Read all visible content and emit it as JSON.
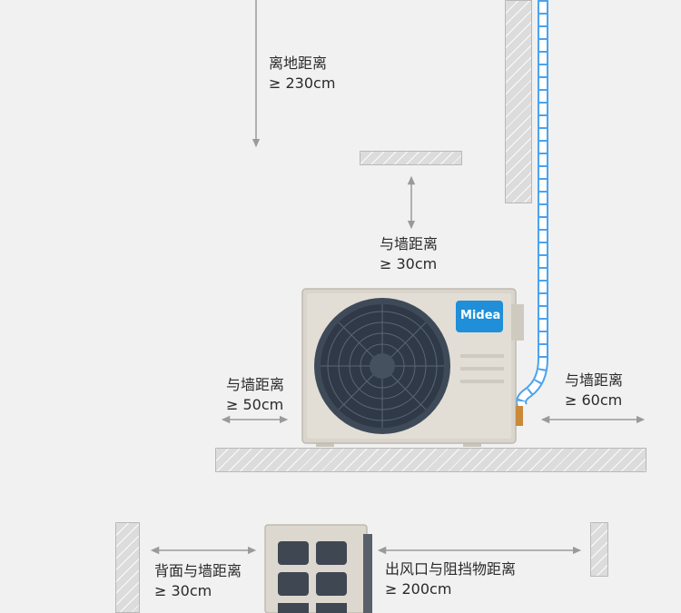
{
  "labels": {
    "ground_distance": {
      "line1": "离地距离",
      "line2": "≥ 230cm"
    },
    "top_wall_distance": {
      "line1": "与墙距离",
      "line2": "≥ 30cm"
    },
    "left_wall_distance": {
      "line1": "与墙距离",
      "line2": "≥ 50cm"
    },
    "right_wall_distance": {
      "line1": "与墙距离",
      "line2": "≥ 60cm"
    },
    "back_wall_distance": {
      "line1": "背面与墙距离",
      "line2": "≥ 30cm"
    },
    "outlet_distance": {
      "line1": "出风口与阻挡物距离",
      "line2": "≥ 200cm"
    }
  },
  "brand": {
    "name": "Midea"
  },
  "colors": {
    "pipe": "#4aa3ef",
    "brand_blue": "#1e8fd8",
    "wall": "#dcdcdc",
    "arrow": "#9a9a9a"
  }
}
